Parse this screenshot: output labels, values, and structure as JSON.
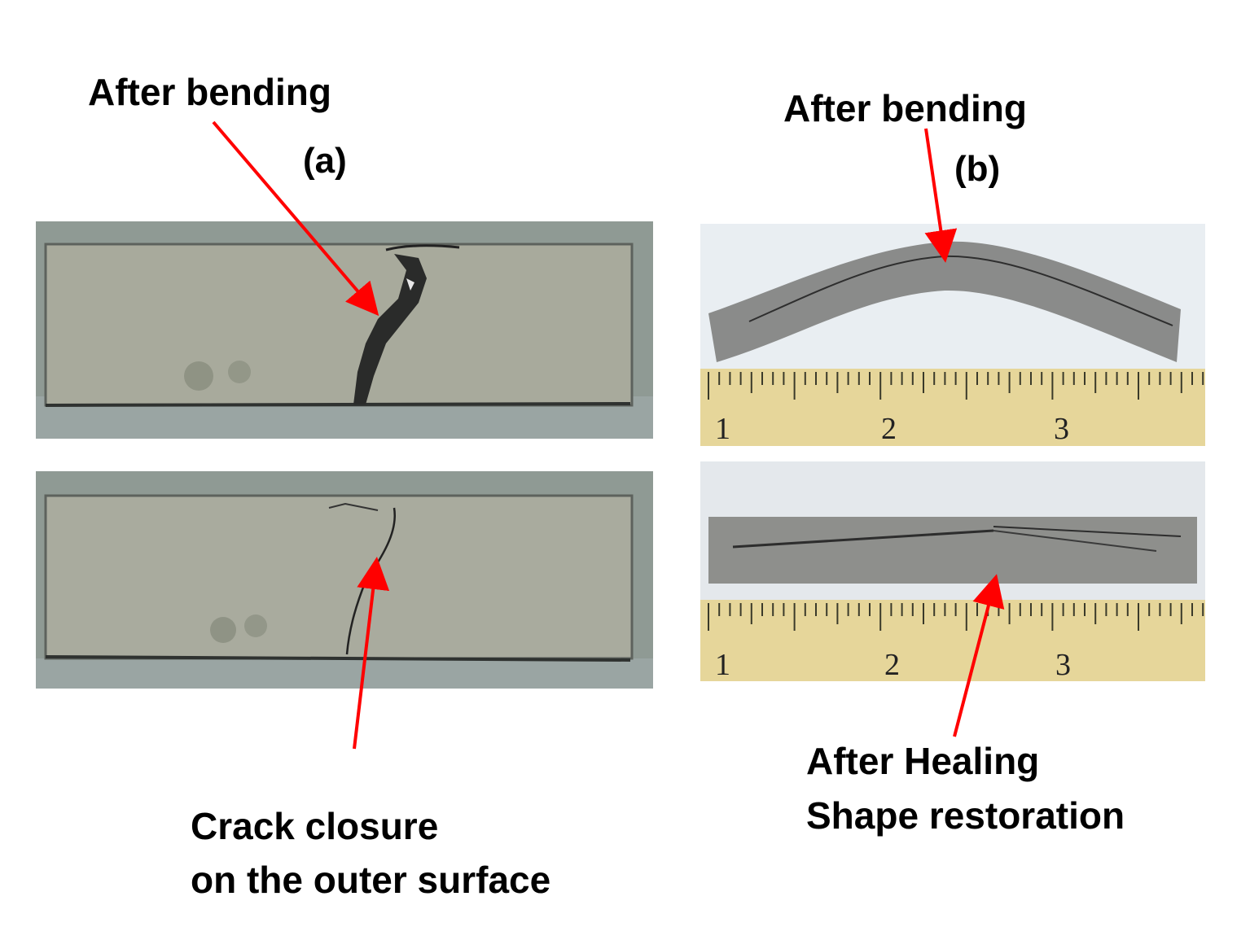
{
  "panel_a": {
    "label": "(a)",
    "top_caption": "After bending",
    "bottom_caption_line1": "Crack closure",
    "bottom_caption_line2": "on the outer surface"
  },
  "panel_b": {
    "label": "(b)",
    "top_caption": "After bending",
    "bottom_caption_line1": "After Healing",
    "bottom_caption_line2": "Shape restoration",
    "ruler_numbers": [
      "1",
      "2",
      "3"
    ]
  },
  "colors": {
    "arrow": "#ff0000",
    "specimen_gray": "#a7a99c",
    "ruler_yellow": "#e6d69a"
  }
}
